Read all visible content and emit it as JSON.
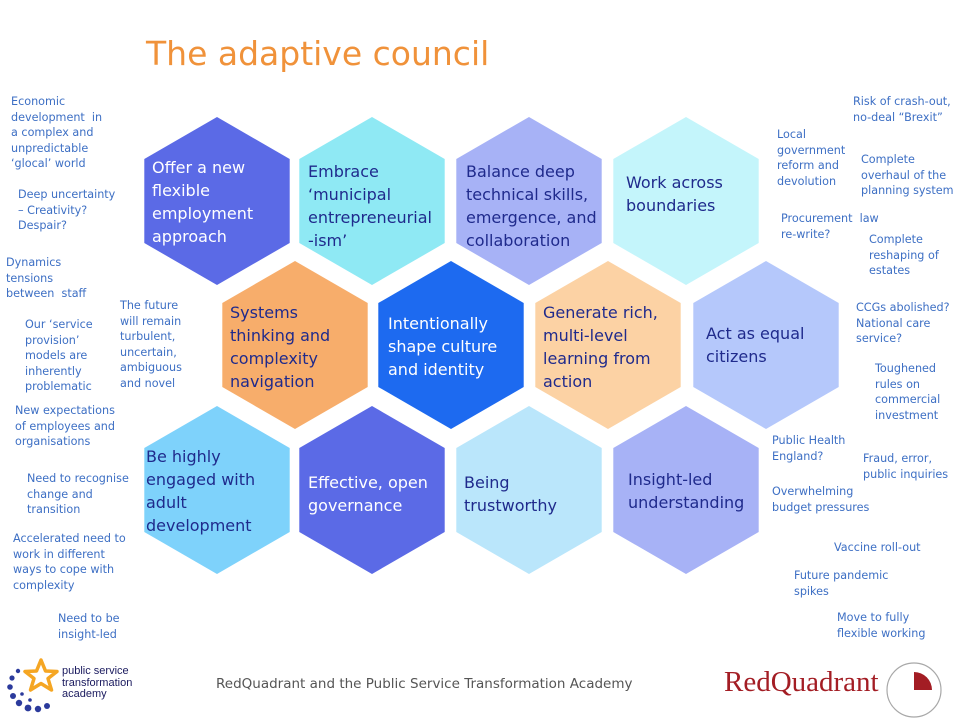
{
  "title": "The adaptive council",
  "colors": {
    "title": "#f0923a",
    "note_text": "#3d6fc4",
    "hex_indigo": "#5b6ae6",
    "hex_cyan": "#8fe9f4",
    "hex_periwinkle": "#a7b2f6",
    "hex_pale_cyan": "#c4f5fb",
    "hex_orange": "#f7ad6b",
    "hex_blue": "#1d6af0",
    "hex_peach": "#fcd2a4",
    "hex_light_blue": "#b5c8fb",
    "hex_sky": "#7ed2fb",
    "hex_pale_sky": "#bae6fb",
    "logo_red": "#a31d24"
  },
  "hexagons": [
    {
      "lines": [
        "Offer a new",
        "flexible",
        "employment",
        "approach"
      ],
      "color": "hex_indigo"
    },
    {
      "lines": [
        "Embrace",
        "‘municipal",
        "entrepreneurial",
        "-ism’"
      ],
      "color": "hex_cyan"
    },
    {
      "lines": [
        "Balance deep",
        "technical skills,",
        "emergence, and",
        "collaboration"
      ],
      "color": "hex_periwinkle"
    },
    {
      "lines": [
        "Work across",
        "boundaries"
      ],
      "color": "hex_pale_cyan"
    },
    {
      "lines": [
        "Systems",
        "thinking and",
        "complexity",
        "navigation"
      ],
      "color": "hex_orange"
    },
    {
      "lines": [
        "Intentionally",
        "shape culture",
        "and identity"
      ],
      "color": "hex_blue"
    },
    {
      "lines": [
        "Generate rich,",
        "multi-level",
        "learning from",
        "action"
      ],
      "color": "hex_peach"
    },
    {
      "lines": [
        "Act as equal",
        "citizens"
      ],
      "color": "hex_light_blue"
    },
    {
      "lines": [
        "Be highly",
        "engaged with",
        "adult",
        "development"
      ],
      "color": "hex_sky"
    },
    {
      "lines": [
        "Effective, open",
        "governance"
      ],
      "color": "hex_indigo"
    },
    {
      "lines": [
        "Being",
        "trustworthy"
      ],
      "color": "hex_pale_sky"
    },
    {
      "lines": [
        "Insight-led",
        "understanding"
      ],
      "color": "hex_periwinkle"
    }
  ],
  "left_notes": [
    {
      "text": "Economic\ndevelopment  in\na complex and\nunpredictable\n‘glocal’ world"
    },
    {
      "text": "Deep uncertainty\n– Creativity?\nDespair?"
    },
    {
      "text": "Dynamics\ntensions\nbetween  staff"
    },
    {
      "text": "Our ‘service\nprovision’\nmodels are\ninherently\nproblematic"
    },
    {
      "text": "The future\nwill remain\nturbulent,\nuncertain,\nambiguous\nand novel"
    },
    {
      "text": "New expectations\nof employees and\norganisations"
    },
    {
      "text": "Need to recognise\nchange and\ntransition"
    },
    {
      "text": "Accelerated need to\nwork in different\nways to cope with\ncomplexity"
    },
    {
      "text": "Need to be\ninsight-led"
    }
  ],
  "right_notes": [
    {
      "text": "Risk of crash-out,\nno-deal “Brexit”"
    },
    {
      "text": "Local\ngovernment\nreform and\ndevolution"
    },
    {
      "text": "Complete\noverhaul of the\nplanning system"
    },
    {
      "text": "Procurement  law\nre-write?"
    },
    {
      "text": "Complete\nreshaping of\nestates"
    },
    {
      "text": "CCGs abolished?\nNational care\nservice?"
    },
    {
      "text": "Toughened\nrules on\ncommercial\ninvestment"
    },
    {
      "text": "Public Health\nEngland?"
    },
    {
      "text": "Fraud, error,\npublic inquiries"
    },
    {
      "text": "Overwhelming\nbudget pressures"
    },
    {
      "text": "Vaccine roll-out"
    },
    {
      "text": "Future pandemic\nspikes"
    },
    {
      "text": "Move to fully\nflexible working"
    }
  ],
  "footer": "RedQuadrant and the Public Service Transformation Academy",
  "logos": {
    "pst_lines": [
      "public service",
      "transformation",
      "academy"
    ],
    "redquadrant": "RedQuadrant"
  }
}
